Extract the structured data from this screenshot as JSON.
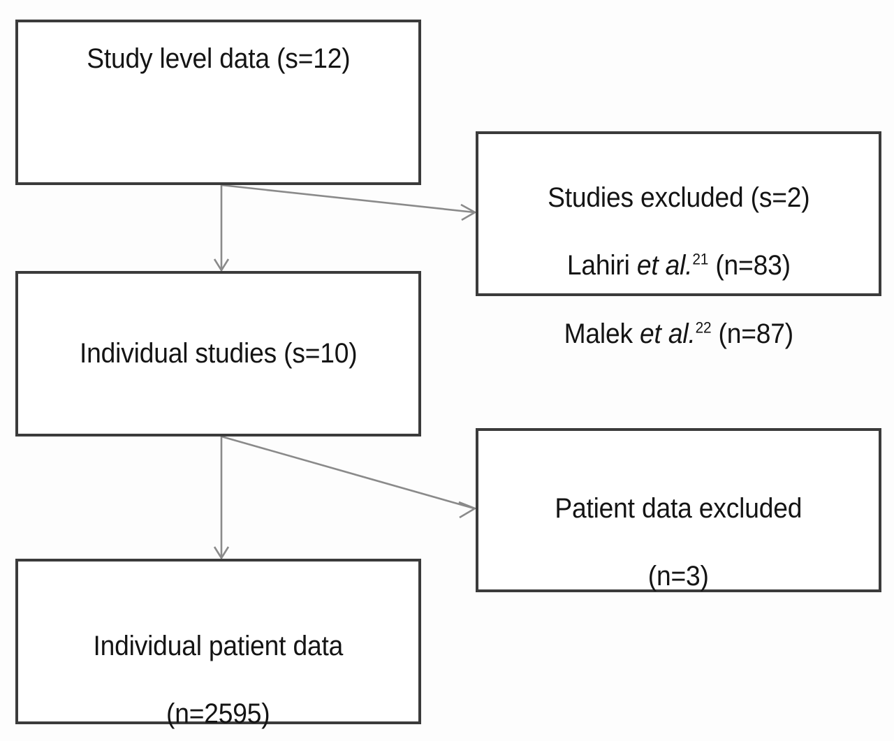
{
  "diagram": {
    "title": "Study and patient data flow",
    "background_color": "#fdfdfd",
    "box_border_color": "#3b3b3b",
    "connector_color": "#8a8a8a",
    "text_color": "#141414"
  },
  "boxes": {
    "study_level": {
      "label": "Study level data (s=12)"
    },
    "studies_excluded": {
      "line1": "Studies excluded (s=2)",
      "line2_name": "Lahiri ",
      "line2_cite": "et al.",
      "line2_ref": "21",
      "line2_count": " (n=83)",
      "line3_name": "Malek ",
      "line3_cite": "et al.",
      "line3_ref": "22",
      "line3_count": " (n=87)"
    },
    "individual_studies": {
      "label": "Individual studies (s=10)"
    },
    "patient_data_excluded": {
      "line1": "Patient data excluded",
      "line2": "(n=3)"
    },
    "individual_patient_data": {
      "line1": "Individual patient data",
      "line2": "(n=2595)"
    }
  },
  "connectors": [
    {
      "name": "study-level-to-individual-studies",
      "from": "study_level",
      "to": "individual_studies",
      "kind": "vertical-arrow"
    },
    {
      "name": "study-level-to-studies-excluded",
      "from": "study_level",
      "to": "studies_excluded",
      "kind": "diagonal-arrow"
    },
    {
      "name": "individual-studies-to-individual-patient-data",
      "from": "individual_studies",
      "to": "individual_patient_data",
      "kind": "vertical-arrow"
    },
    {
      "name": "individual-studies-to-patient-data-excluded",
      "from": "individual_studies",
      "to": "patient_data_excluded",
      "kind": "diagonal-arrow"
    }
  ]
}
